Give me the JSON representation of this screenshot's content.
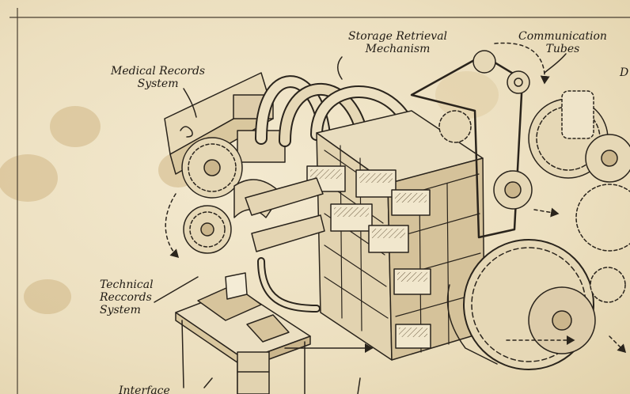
{
  "labels": {
    "storage_retrieval": [
      "Storage Retrieval",
      "Mechanism"
    ],
    "communication_tubes": [
      "Communication",
      "Tubes"
    ],
    "medical_records": [
      "Medical Records",
      "System"
    ],
    "technical_records": [
      "Technical",
      "Reccords",
      "System"
    ],
    "interface_partial": "Interface",
    "right_edge_partial": "D"
  },
  "colors": {
    "paper": "#efe3c6",
    "ink": "#2a241c",
    "stain": "#c9ad78"
  }
}
